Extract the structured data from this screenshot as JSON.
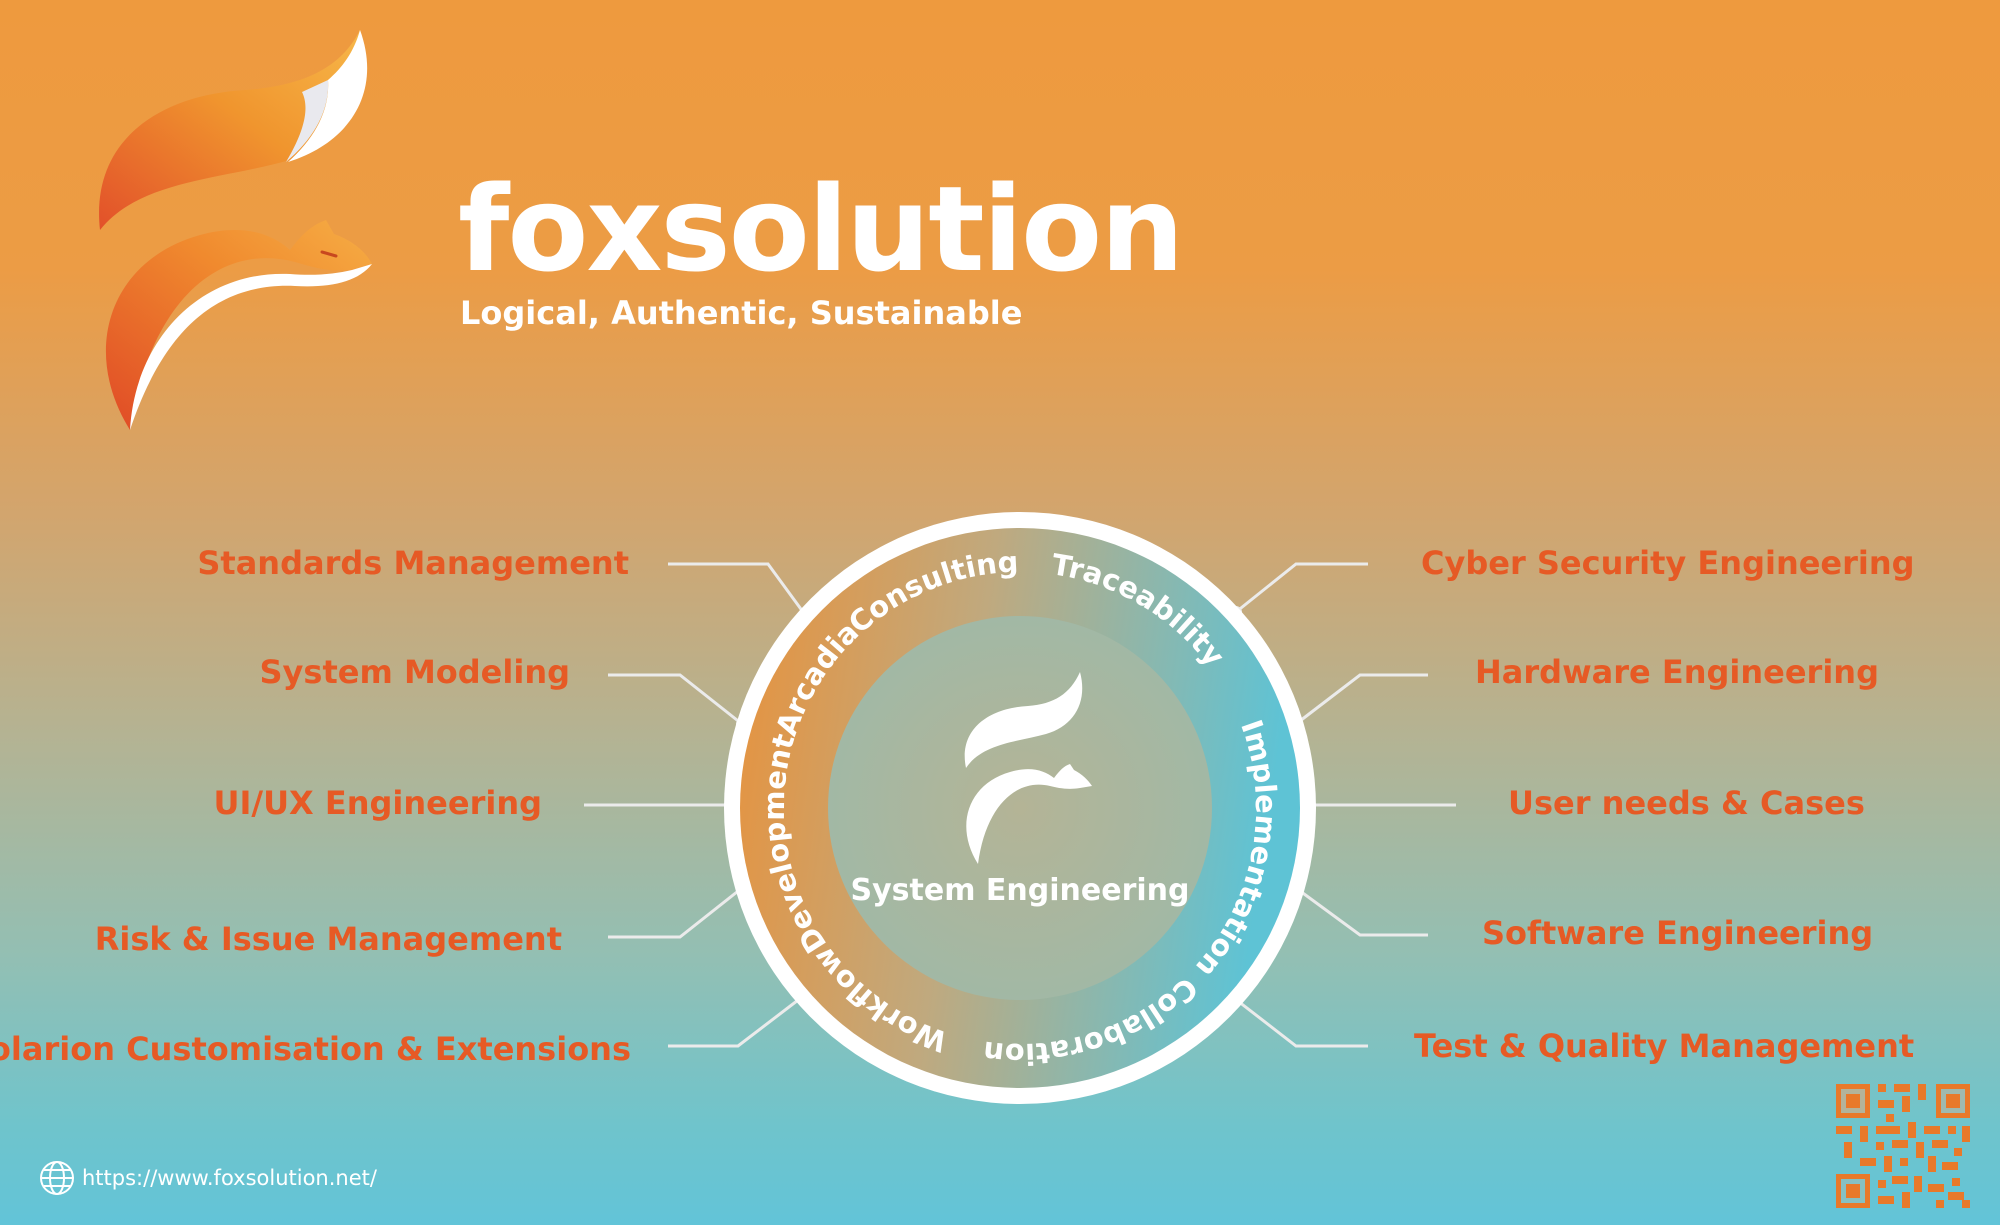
{
  "brand": {
    "name": "foxsolution",
    "tagline": "Logical, Authentic, Sustainable"
  },
  "wheel": {
    "center_label": "System Engineering",
    "ring_labels": [
      "Consulting",
      "Traceability",
      "Implementation",
      "Collaboration",
      "Workflow",
      "Development",
      "Arcadia"
    ]
  },
  "services": {
    "left": [
      "Standards Management",
      "System Modeling",
      "UI/UX Engineering",
      "Risk & Issue Management",
      "Polarion Customisation & Extensions"
    ],
    "right": [
      "Cyber Security Engineering",
      "Hardware Engineering",
      "User needs & Cases",
      "Software Engineering",
      "Test & Quality Management"
    ]
  },
  "footer": {
    "website": "https://www.foxsolution.net/",
    "website_icon": "globe-icon",
    "qr_icon": "qr-code-icon"
  },
  "colors": {
    "accent": "#E65A25",
    "bg_top": "#EE9A3E",
    "bg_bottom": "#62C4D8",
    "ring": "#FFFFFF"
  }
}
